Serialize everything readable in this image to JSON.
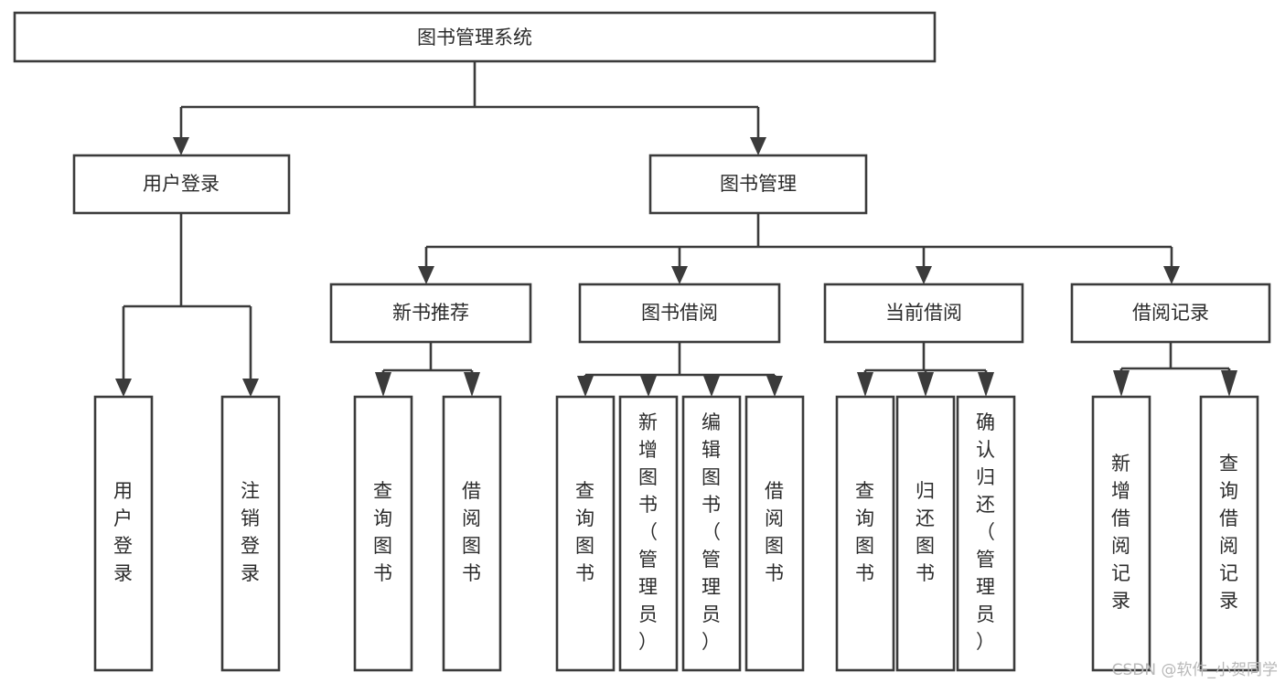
{
  "diagram": {
    "title": "图书管理系统",
    "type": "tree-hierarchy-function-structure",
    "watermark": "CSDN @软件_小贺同学",
    "colors": {
      "box_fill": "#ffffff",
      "line": "#3b3b3b",
      "text": "#2b2b2b",
      "watermark": "#b8b8b8",
      "background": "#ffffff"
    },
    "root": {
      "label": "图书管理系统"
    },
    "level2": [
      {
        "label": "用户登录"
      },
      {
        "label": "图书管理"
      }
    ],
    "level3": [
      {
        "label": "新书推荐"
      },
      {
        "label": "图书借阅"
      },
      {
        "label": "当前借阅"
      },
      {
        "label": "借阅记录"
      }
    ],
    "leaves": {
      "user_login": [
        {
          "lines": [
            "用",
            "户",
            "登",
            "录"
          ],
          "text": "用户登录"
        },
        {
          "lines": [
            "注",
            "销",
            "登",
            "录"
          ],
          "text": "注销登录"
        }
      ],
      "new_book_recommend": [
        {
          "lines": [
            "查",
            "询",
            "图",
            "书"
          ],
          "text": "查询图书"
        },
        {
          "lines": [
            "借",
            "阅",
            "图",
            "书"
          ],
          "text": "借阅图书"
        }
      ],
      "book_borrow": [
        {
          "lines": [
            "查",
            "询",
            "图",
            "书"
          ],
          "text": "查询图书"
        },
        {
          "lines": [
            "新",
            "增",
            "图",
            "书",
            "（",
            "管",
            "理",
            "员",
            "）"
          ],
          "text": "新增图书（管理员）"
        },
        {
          "lines": [
            "编",
            "辑",
            "图",
            "书",
            "（",
            "管",
            "理",
            "员",
            "）"
          ],
          "text": "编辑图书（管理员）"
        },
        {
          "lines": [
            "借",
            "阅",
            "图",
            "书"
          ],
          "text": "借阅图书"
        }
      ],
      "current_borrow": [
        {
          "lines": [
            "查",
            "询",
            "图",
            "书"
          ],
          "text": "查询图书"
        },
        {
          "lines": [
            "归",
            "还",
            "图",
            "书"
          ],
          "text": "归还图书"
        },
        {
          "lines": [
            "确",
            "认",
            "归",
            "还",
            "（",
            "管",
            "理",
            "员",
            "）"
          ],
          "text": "确认归还（管理员）"
        }
      ],
      "borrow_records": [
        {
          "lines": [
            "新",
            "增",
            "借",
            "阅",
            "记",
            "录"
          ],
          "text": "新增借阅记录"
        },
        {
          "lines": [
            "查",
            "询",
            "借",
            "阅",
            "记",
            "录"
          ],
          "text": "查询借阅记录"
        }
      ]
    }
  }
}
